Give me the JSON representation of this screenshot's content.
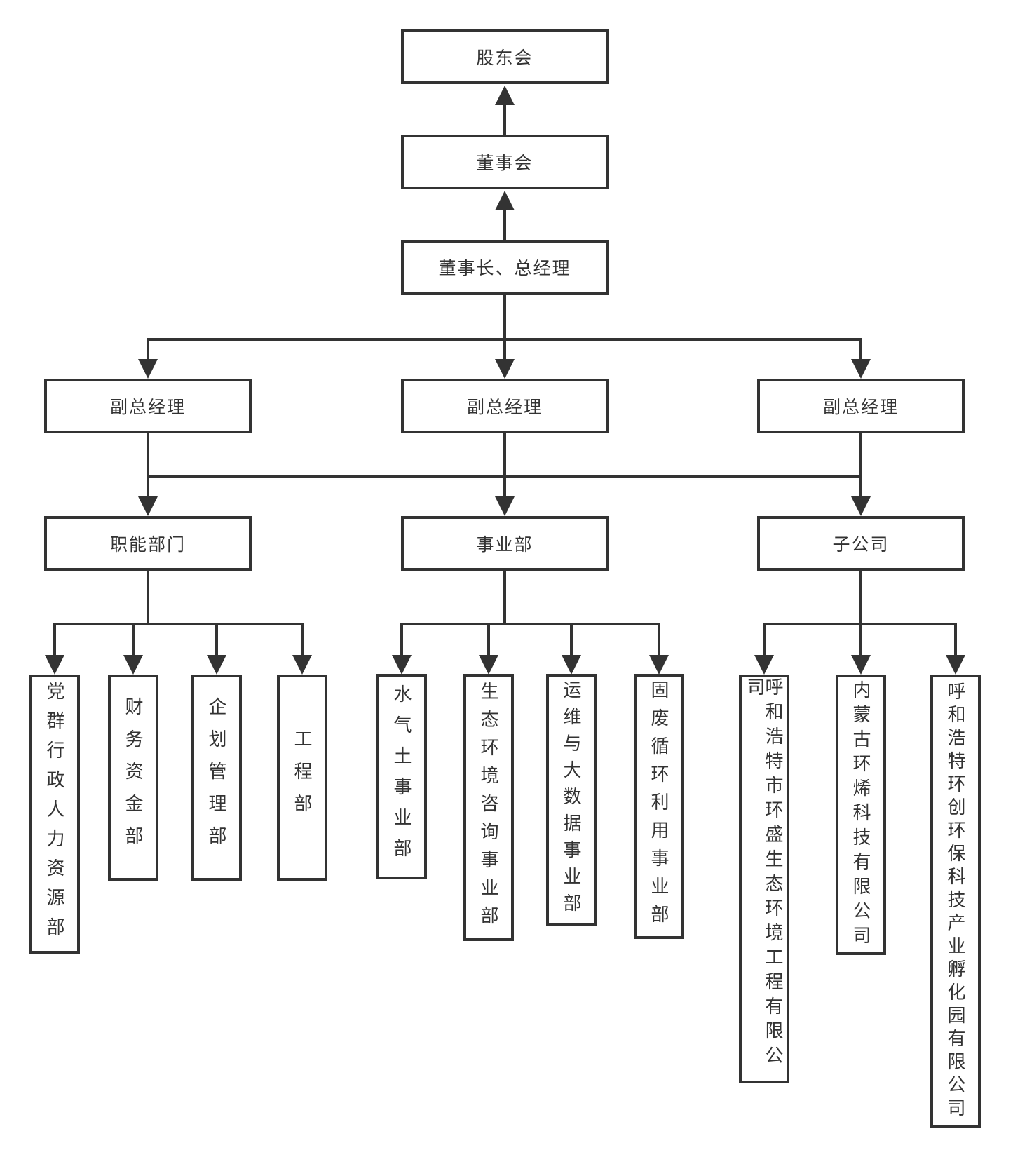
{
  "diagram_type": "org-chart",
  "colors": {
    "line": "#333333",
    "text": "#333333",
    "background": "#ffffff"
  },
  "nodes": {
    "shareholders": "股东会",
    "board": "董事会",
    "chairman_gm": "董事长、总经理",
    "deputy_gm_left": "副总经理",
    "deputy_gm_middle": "副总经理",
    "deputy_gm_right": "副总经理",
    "functional_departments_group": "职能部门",
    "business_divisions_group": "事业部",
    "subsidiaries_group": "子公司"
  },
  "functional_departments": [
    "党群行政人力资源部",
    "财务资金部",
    "企划管理部",
    "工程部"
  ],
  "business_divisions": [
    "水气土事业部",
    "生态环境咨询事业部",
    "运维与大数据事业部",
    "固废循环利用事业部"
  ],
  "subsidiaries": [
    "呼和浩特市环盛生态环境工程有限公司",
    "内蒙古环烯科技有限公司",
    "呼和浩特环创环保科技产业孵化园有限公司"
  ]
}
